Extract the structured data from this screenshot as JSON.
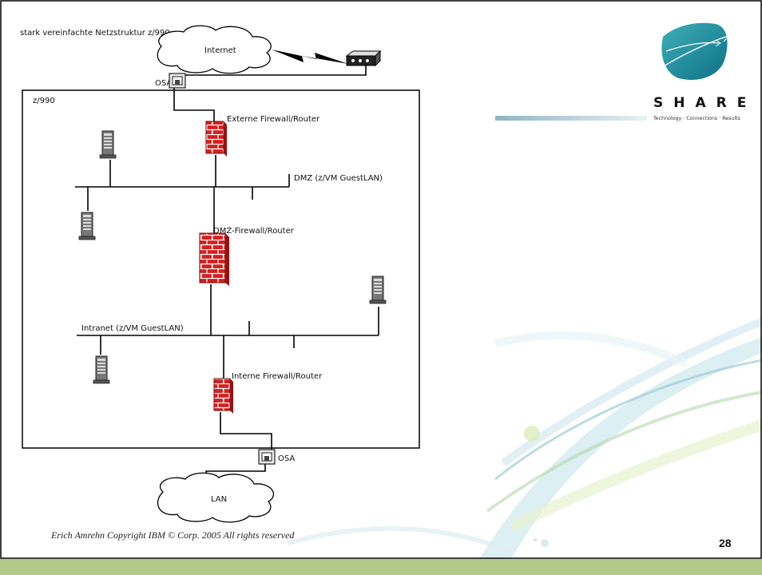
{
  "diagram": {
    "title": "stark vereinfachte Netzstruktur z/990",
    "internet": "Internet",
    "lan": "LAN",
    "osa_top": "OSA",
    "osa_bottom": "OSA",
    "mainframe": "z/990",
    "ext_firewall": "Externe Firewall/Router",
    "dmz_lan": "DMZ (z/VM GuestLAN)",
    "dmz_firewall": "DMZ-Firewall/Router",
    "intranet_lan": "Intranet (z/VM GuestLAN)",
    "int_firewall": "Interne Firewall/Router"
  },
  "logo": {
    "name": "SHARE",
    "tagline": "Technology · Connections · Results"
  },
  "footer": {
    "copyright": "Erich Amrehn Copyright IBM ©  Corp. 2005 All rights reserved",
    "page_number": "28"
  },
  "colors": {
    "firewall": "#d42020",
    "band": "#b3c98a",
    "logo_teal": "#1a8a9a"
  }
}
